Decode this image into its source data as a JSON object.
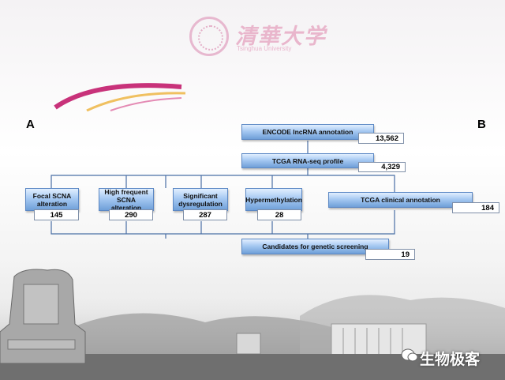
{
  "logo": {
    "cn_text": "清華大学",
    "en_text": "Tsinghua University"
  },
  "panels": {
    "a_label": "A",
    "b_label": "B"
  },
  "boxes": {
    "encode": {
      "label": "ENCODE lncRNA annotation",
      "count": "13,562"
    },
    "tcga_rnaseq": {
      "label": "TCGA RNA-seq profile",
      "count": "4,329"
    },
    "focal_scna": {
      "label_line1": "Focal SCNA",
      "label_line2": "alteration",
      "count": "145"
    },
    "high_freq_scna": {
      "label_line1": "High frequent",
      "label_line2": "SCNA alteration",
      "count": "290"
    },
    "sig_dysreg": {
      "label_line1": "Significant",
      "label_line2": "dysregulation",
      "count": "287"
    },
    "hypermeth": {
      "label": "Hypermethylation",
      "count": "28"
    },
    "tcga_clinical": {
      "label": "TCGA clinical annotation",
      "count": "184"
    },
    "candidates": {
      "label": "Candidates for genetic screening",
      "count": "19"
    }
  },
  "watermark": {
    "text": "生物极客"
  },
  "colors": {
    "box_top": "#e2efff",
    "box_bottom": "#6f9fd8",
    "connector": "#4a6fa5",
    "logo_pink": "#e9b6cc"
  }
}
